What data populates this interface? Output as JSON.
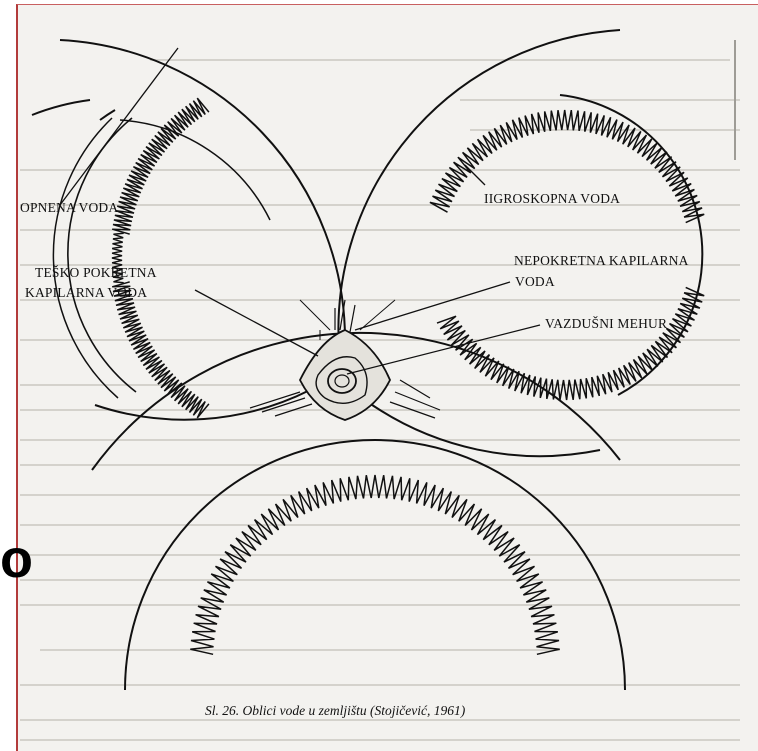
{
  "figure": {
    "labels": {
      "opnena_voda": "OPNENA VODA",
      "higroskopna_voda": "IIGROSKOPNA VODA",
      "tesko_pokretna_line1": "TEŠKO POKRETNA",
      "tesko_pokretna_line2": "KAPILARNA VODA",
      "nepokretna_line1": "NEPOKRETNA KAPILARNA",
      "nepokretna_line2": "VODA",
      "vazdusni_mehur": "VAZDUŠNI MEHUR"
    },
    "caption": "Sl. 26. Oblici vode u zemljištu (Stojičević, 1961)",
    "side_glyph": "o"
  },
  "colors": {
    "ink": "#111111",
    "paper": "#f3f2ef",
    "frame_border": "#b23b3b",
    "faded_text": "#c9c7c2"
  }
}
